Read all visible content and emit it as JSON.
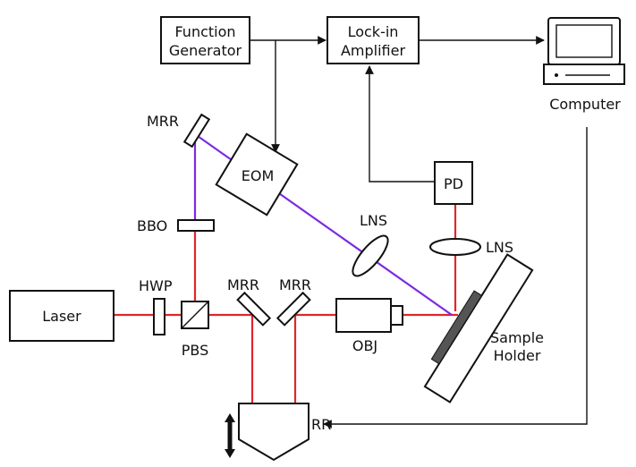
{
  "labels": {
    "function_generator_1": "Function",
    "function_generator_2": "Generator",
    "lockin_1": "Lock-in",
    "lockin_2": "Amplifier",
    "computer": "Computer",
    "mrr_top": "MRR",
    "eom": "EOM",
    "pd": "PD",
    "bbo": "BBO",
    "lns_upper": "LNS",
    "lns_right": "LNS",
    "hwp": "HWP",
    "mrr_left": "MRR",
    "mrr_right": "MRR",
    "laser": "Laser",
    "pbs": "PBS",
    "obj": "OBJ",
    "sample_holder_1": "Sample",
    "sample_holder_2": "Holder",
    "rr": "RR"
  },
  "colors": {
    "fundamental_beam": "#e0262b",
    "second_harmonic_beam": "#7b2be0",
    "signal_wire": "#111111"
  }
}
